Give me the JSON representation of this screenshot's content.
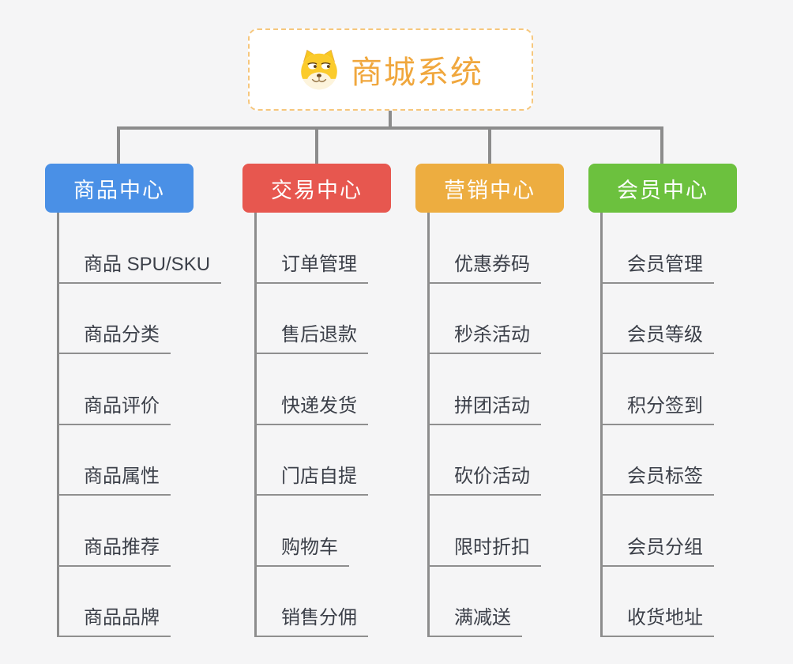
{
  "root": {
    "title": "商城系统",
    "icon": "doge-icon"
  },
  "branches": [
    {
      "id": "product-center",
      "label": "商品中心",
      "color": "#4a90e6",
      "items": [
        "商品 SPU/SKU",
        "商品分类",
        "商品评价",
        "商品属性",
        "商品推荐",
        "商品品牌"
      ]
    },
    {
      "id": "trade-center",
      "label": "交易中心",
      "color": "#e7574f",
      "items": [
        "订单管理",
        "售后退款",
        "快递发货",
        "门店自提",
        "购物车",
        "销售分佣"
      ]
    },
    {
      "id": "marketing-center",
      "label": "营销中心",
      "color": "#edad40",
      "items": [
        "优惠券码",
        "秒杀活动",
        "拼团活动",
        "砍价活动",
        "限时折扣",
        "满减送"
      ]
    },
    {
      "id": "member-center",
      "label": "会员中心",
      "color": "#6cc13e",
      "items": [
        "会员管理",
        "会员等级",
        "积分签到",
        "会员标签",
        "会员分组",
        "收货地址"
      ]
    }
  ],
  "colors": {
    "background": "#f5f5f6",
    "connector": "#8c8c8c",
    "underline": "#8f8f8f",
    "item_text": "#3c4049",
    "root_text": "#f0a73d",
    "root_border": "#f6c77d",
    "node_text": "#ffffff"
  }
}
